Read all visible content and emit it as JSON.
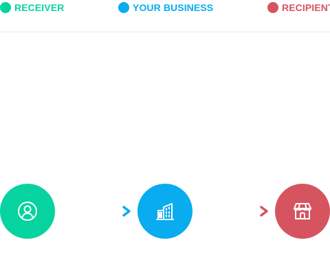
{
  "colors": {
    "receiver": "#06d39f",
    "business": "#08acef",
    "recipient": "#d6545f"
  },
  "legend": {
    "receiver": {
      "label": "RECEIVER",
      "color": "#06d39f"
    },
    "business": {
      "label": "YOUR BUSINESS",
      "color": "#08acef"
    },
    "recipient": {
      "label": "RECIPIENT",
      "color": "#d6545f"
    }
  },
  "nodes": [
    {
      "id": "receiver",
      "icon": "user-icon",
      "color": "#06d39f"
    },
    {
      "id": "business",
      "icon": "building-icon",
      "color": "#08acef"
    },
    {
      "id": "recipient",
      "icon": "storefront-icon",
      "color": "#d6545f"
    }
  ],
  "connectors": [
    {
      "from": "receiver",
      "to": "business",
      "color_start": "#06d39f",
      "color_end": "#08acef"
    },
    {
      "from": "business",
      "to": "recipient",
      "color_start": "#08acef",
      "color_end": "#d6545f"
    }
  ]
}
